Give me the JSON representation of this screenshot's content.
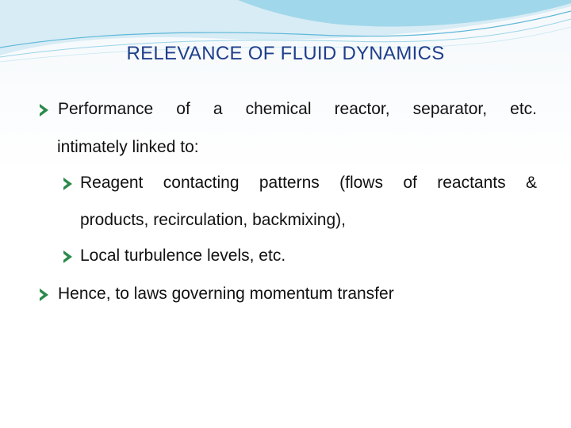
{
  "slide": {
    "title": "RELEVANCE OF FLUID DYNAMICS",
    "bullets": [
      {
        "line1": "Performance of a chemical reactor, separator, etc.",
        "line2": "intimately linked to:",
        "sub": [
          {
            "line1": "Reagent contacting patterns (flows of reactants &",
            "line2": "products, recirculation, backmixing),"
          },
          {
            "line1": "Local turbulence levels, etc."
          }
        ]
      },
      {
        "line1": "Hence, to laws governing momentum transfer"
      }
    ]
  },
  "theme": {
    "accent": "#1f3f8c",
    "bullet_color": "#2a8a4a",
    "wave_color": "#6fc3df"
  }
}
